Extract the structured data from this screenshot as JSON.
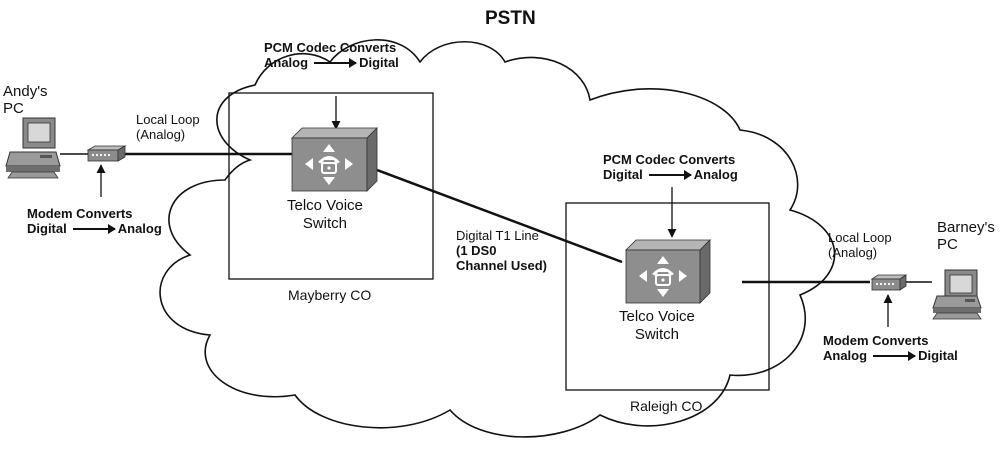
{
  "title": "PSTN",
  "andy_pc": "Andy's\nPC",
  "barney_pc": "Barney's\nPC",
  "local_loop_left": "Local Loop\n(Analog)",
  "local_loop_right": "Local Loop\n(Analog)",
  "modem_left": {
    "line1": "Modem Converts",
    "from": "Digital",
    "to": "Analog"
  },
  "modem_right": {
    "line1": "Modem Converts",
    "from": "Analog",
    "to": "Digital"
  },
  "codec_left": {
    "line1": "PCM Codec Converts",
    "from": "Analog",
    "to": "Digital"
  },
  "codec_right": {
    "line1": "PCM Codec Converts",
    "from": "Digital",
    "to": "Analog"
  },
  "switch_left": "Telco Voice\nSwitch",
  "switch_right": "Telco Voice\nSwitch",
  "trunk": {
    "line1": "Digital T1 Line",
    "line2": "(1 DS0",
    "line3": "Channel Used)"
  },
  "co_left": "Mayberry CO",
  "co_right": "Raleigh CO",
  "colors": {
    "device": "#8c8c8c",
    "device_dark": "#6a6a6a",
    "outline": "#111111"
  }
}
